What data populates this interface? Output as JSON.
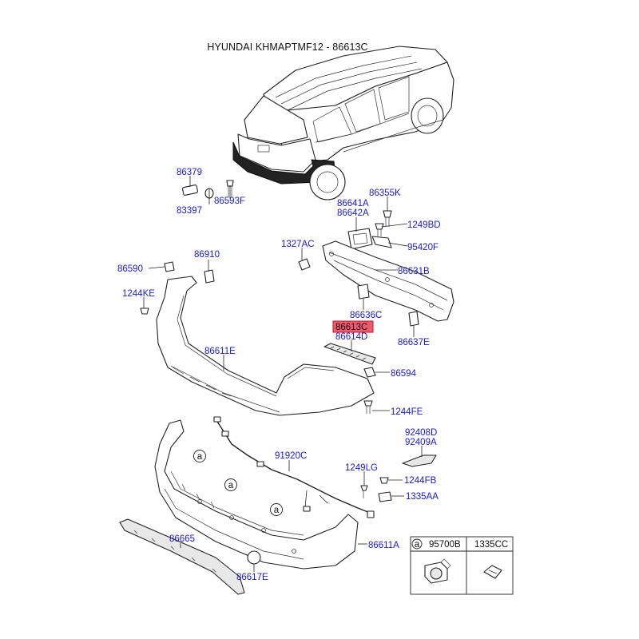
{
  "header": {
    "title": "HYUNDAI KHMAPTMF12 - 86613C"
  },
  "callouts": {
    "c86379": "86379",
    "c86593F": "86593F",
    "c83397": "83397",
    "c86355K": "86355K",
    "c86641A": "86641A",
    "c86642A": "86642A",
    "c1249BD": "1249BD",
    "c95420F": "95420F",
    "c1327AC": "1327AC",
    "c86631B": "86631B",
    "c86590": "86590",
    "c86910": "86910",
    "c1244KE": "1244KE",
    "c86636C": "86636C",
    "c86613C": "86613C",
    "c86614D": "86614D",
    "c86637E": "86637E",
    "c86611E": "86611E",
    "c86594": "86594",
    "c1244FE": "1244FE",
    "c92408D": "92408D",
    "c92409A": "92409A",
    "c91920C": "91920C",
    "c1249LG": "1249LG",
    "c1244FB": "1244FB",
    "c1335AA": "1335AA",
    "c86665": "86665",
    "c86611A": "86611A",
    "c86617E": "86617E"
  },
  "markers": {
    "a": "a"
  },
  "legend": {
    "ref": "a",
    "col1": "95700B",
    "col2": "1335CC"
  },
  "colors": {
    "callout": "#1a1acc",
    "highlight_fill": "#f05a6e",
    "highlight_border": "#c0142b",
    "line": "#222222"
  }
}
